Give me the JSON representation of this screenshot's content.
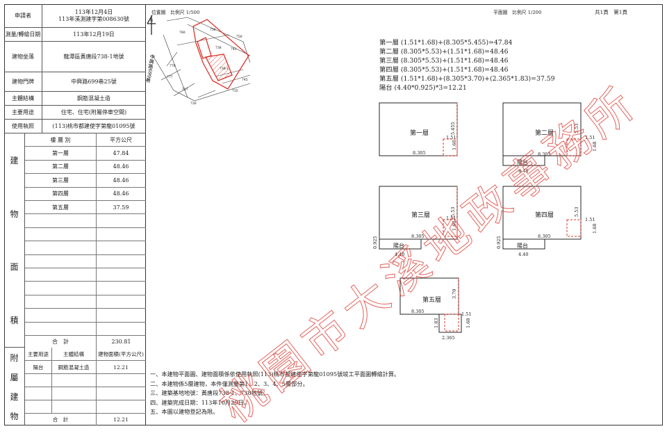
{
  "header_left": {
    "applicant_label": "申請者",
    "applicant_date": "113年12月4日",
    "applicant_no": "113年溪測建字第008630號"
  },
  "fields": [
    {
      "label": "測量/轉繪日期",
      "value": "113年12月19日"
    },
    {
      "label": "建物坐落",
      "value": "龍潭區黃唐段738-1地號"
    },
    {
      "label": "建物門牌",
      "value": "中興路699巷25號"
    },
    {
      "label": "主體結構",
      "value": "鋼筋混凝土造"
    },
    {
      "label": "主要用途",
      "value": "住宅、住宅(附屬停車空間)"
    },
    {
      "label": "使用執照",
      "value": "(113)桃市都建使字第龍01095號"
    }
  ],
  "area_section": {
    "side_chars": [
      "建",
      "物",
      "面",
      "積"
    ],
    "col_floor": "樓 層 別",
    "col_area": "平方公尺",
    "rows": [
      {
        "floor": "第一層",
        "area": "47.84"
      },
      {
        "floor": "第二層",
        "area": "48.46"
      },
      {
        "floor": "第三層",
        "area": "48.46"
      },
      {
        "floor": "第四層",
        "area": "48.46"
      },
      {
        "floor": "第五層",
        "area": "37.59"
      }
    ],
    "total_label": "合　計",
    "total": "230.81"
  },
  "annex_section": {
    "side_chars": [
      "附",
      "屬",
      "建",
      "物"
    ],
    "col_use": "主要用途",
    "col_struct": "主體結構",
    "col_area": "建物面積(平方公尺)",
    "rows": [
      {
        "use": "陽台",
        "struct": "鋼筋混凝土造",
        "area": "12.21"
      }
    ],
    "total_label": "合　計",
    "total": "12.21"
  },
  "location_plan": {
    "title": "位置圖　比例尺 1/500",
    "north": "N",
    "road_name": "中興路699巷",
    "parcel_labels": [
      "760",
      "756",
      "750",
      "741",
      "738",
      "738-1",
      "745",
      "735",
      "777",
      "737",
      "778",
      "726"
    ]
  },
  "floor_plan": {
    "title": "平面圖　比例尺 1/200",
    "page": "共1頁　第1頁"
  },
  "formulas": [
    "第一層 (1.51*1.68)+(8.305*5.455)=47.84",
    "第二層 (8.305*5.53)+(1.51*1.68)=48.46",
    "第三層 (8.305*5.53)+(1.51*1.68)=48.46",
    "第四層 (8.305*5.53)+(1.51*1.68)=48.46",
    "第五層 (1.51*1.68)+(8.305*3.70)+(2.365*1.83)=37.59",
    "陽台 (4.40*0.925)*3=12.21"
  ],
  "plans": {
    "f1": {
      "name": "第一層",
      "w": "8.305",
      "h": "5.455",
      "sw": "1.51",
      "sh": "1.68"
    },
    "f2": {
      "name": "第二層",
      "w": "8.305",
      "h": "5.53",
      "sw": "1.51",
      "sh": "1.68",
      "bal": "陽台",
      "bw": "4.40"
    },
    "f3": {
      "name": "第三層",
      "w": "8.305",
      "h": "5.53",
      "sw": "1.51",
      "sh": "1.68",
      "bal": "陽台",
      "bw": "4.40",
      "bh": "0.925"
    },
    "f4": {
      "name": "第四層",
      "w": "8.305",
      "h": "5.53",
      "sw": "1.51",
      "sh": "1.68",
      "bal": "陽台",
      "bw": "4.40",
      "bh": "0.925"
    },
    "f5": {
      "name": "第五層",
      "w": "8.305",
      "h": "3.70",
      "sw": "1.51",
      "sh": "1.68",
      "ew": "2.365",
      "eh": "1.83"
    }
  },
  "notes": [
    "一、本建物平面圖、建物面積係依使用執照(113)桃市都建使字第龍01095號竣工平面圖轉繪計算。",
    "二、本建物係5層建物，本件僅測量第1、2、3、4、5層部分。",
    "三、建築基地地號：黃唐段738-1、738地號。",
    "四、建築完成日期：113年10月29日。",
    "五、本圖以建物登記為限。"
  ],
  "watermark": "桃園市大溪地政事務所",
  "colors": {
    "red": "#d9342b",
    "line": "#222222"
  }
}
